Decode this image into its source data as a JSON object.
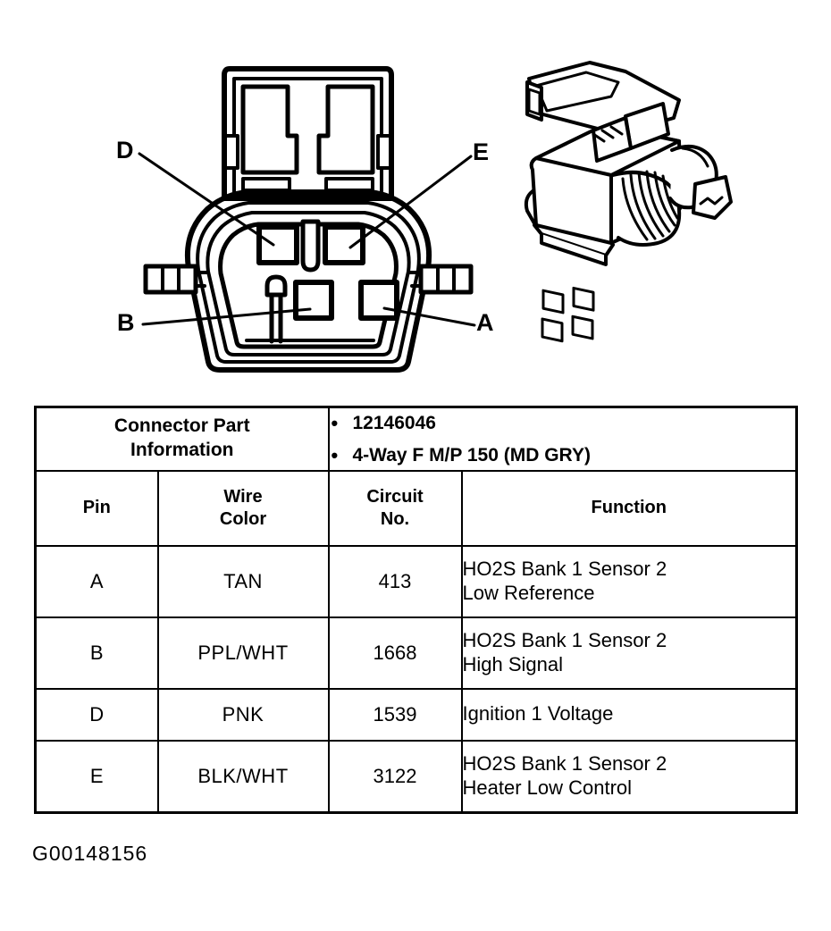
{
  "figure": {
    "name": "connector-end-view-diagram",
    "pin_callouts": [
      {
        "id": "D",
        "label": "D"
      },
      {
        "id": "E",
        "label": "E"
      },
      {
        "id": "B",
        "label": "B"
      },
      {
        "id": "A",
        "label": "A"
      }
    ],
    "views": [
      {
        "name": "front-face-view"
      },
      {
        "name": "isometric-body-view"
      }
    ]
  },
  "table": {
    "connector_part_information": {
      "label_line1": "Connector Part",
      "label_line2": "Information",
      "bullet_glyph": "•",
      "values": [
        "12146046",
        "4-Way F M/P 150 (MD GRY)"
      ]
    },
    "columns": {
      "pin": "Pin",
      "wire_color_line1": "Wire",
      "wire_color_line2": "Color",
      "circuit_no_line1": "Circuit",
      "circuit_no_line2": "No.",
      "function": "Function"
    },
    "rows": [
      {
        "pin": "A",
        "wire_color": "TAN",
        "circuit_no": "413",
        "function_line1": "HO2S Bank 1 Sensor 2",
        "function_line2": "Low Reference"
      },
      {
        "pin": "B",
        "wire_color": "PPL/WHT",
        "circuit_no": "1668",
        "function_line1": "HO2S Bank 1 Sensor 2",
        "function_line2": "High Signal"
      },
      {
        "pin": "D",
        "wire_color": "PNK",
        "circuit_no": "1539",
        "function_line1": "Ignition 1 Voltage",
        "function_line2": ""
      },
      {
        "pin": "E",
        "wire_color": "BLK/WHT",
        "circuit_no": "3122",
        "function_line1": "HO2S Bank 1 Sensor 2",
        "function_line2": "Heater Low Control"
      }
    ]
  },
  "caption": {
    "figure_id": "G00148156"
  },
  "colors": {
    "ink": "#000000",
    "paper": "#ffffff"
  }
}
